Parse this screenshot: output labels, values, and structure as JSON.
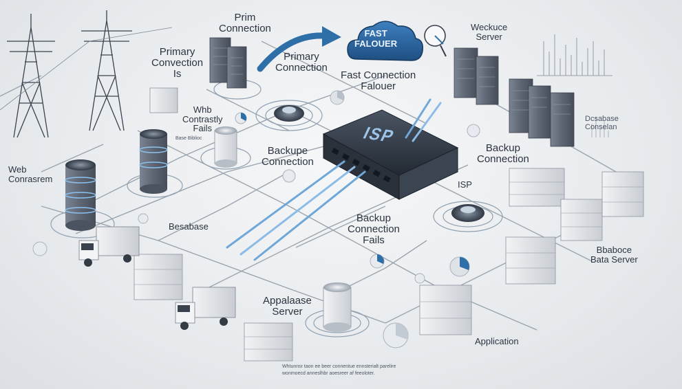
{
  "labels": {
    "prim_connection_top": "Prim\nConnection",
    "primary_connection_center": "Primary\nConnection",
    "primary_convection_left": "Primary\nConvection\nIs",
    "fast_connection_falouer": "Fast Connection\nFalouer",
    "fast_falouer_cloud": "FAST\nFALOUER",
    "weckuce_server": "Weckuce\nServer",
    "whb_contrastly_fails": "Whb\nContrastly\nFails",
    "web_conrasrem": "Web\nConrasrem",
    "backupe_connection": "Backupe\nConnection",
    "backup_connection_right": "Backup\nConnection",
    "isp_switch": "ISP",
    "isp_node": "ISP",
    "besabase": "Besabase",
    "backup_connection_fails": "Backup\nConnection\nFails",
    "bbaboce_data_server": "Bbaboce\nBata Server",
    "appalaase_server": "Appalaase\nServer",
    "application": "Application",
    "database_conselan": "Dcsabase\nConselan",
    "tiny_caption_left": "Base Biblioc",
    "footer_line1": "Whtunnsr taon ee beer connentue ennsterialt parelire",
    "footer_line2": "wonmoecd anneslhbr aoesreer af feeoloter."
  },
  "colors": {
    "background": "#e9ecef",
    "accent_blue": "#2f6fa8",
    "switch_dark": "#2e3742",
    "server_gray": "#5a6270",
    "cable_blue": "#7fb3e0",
    "line": "#9aa4ae"
  },
  "icons": [
    "power-tower-icon",
    "server-rack-icon",
    "cloud-icon",
    "network-switch-icon",
    "truck-icon",
    "gauge-icon",
    "pie-chart-icon",
    "router-disc-icon",
    "database-stack-icon"
  ]
}
